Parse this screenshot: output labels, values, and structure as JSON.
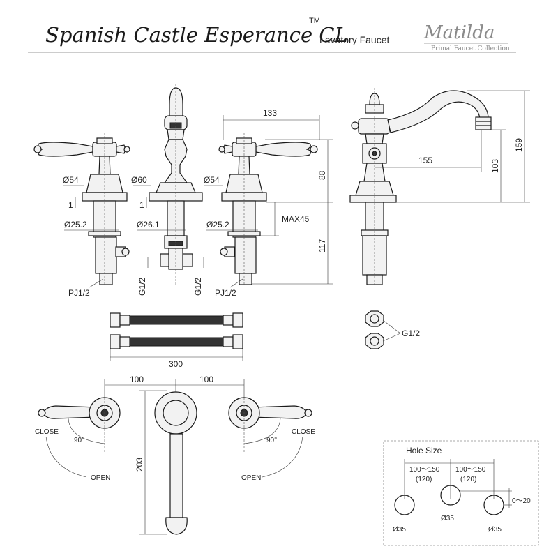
{
  "header": {
    "model_name": "Spanish Castle Esperance CL",
    "trademark": "TM",
    "product_type": "Lavatory Faucet",
    "brand": "Matilda",
    "brand_tagline": "Primal Faucet Collection"
  },
  "front_view": {
    "dim_133": "133",
    "dim_88": "88",
    "dim_117": "117",
    "dim_max45": "MAX45",
    "left_handle_dia": "Ø54",
    "spout_dia": "Ø60",
    "right_handle_dia": "Ø54",
    "gap_left": "1",
    "gap_center": "1",
    "left_shank_dia": "Ø25.2",
    "center_shank_dia": "Ø26.1",
    "right_shank_dia": "Ø25.2",
    "thread_left": "G1/2",
    "thread_right": "G1/2",
    "pj_left": "PJ1/2",
    "pj_right": "PJ1/2"
  },
  "side_view": {
    "dim_155": "155",
    "dim_103": "103",
    "dim_159": "159"
  },
  "hoses": {
    "length": "300"
  },
  "nut": {
    "thread": "G1/2"
  },
  "top_view": {
    "dim_left": "100",
    "dim_right": "100",
    "dim_203": "203",
    "close_left": "CLOSE",
    "close_right": "CLOSE",
    "open_left": "OPEN",
    "open_right": "OPEN",
    "angle_left": "90°",
    "angle_right": "90°"
  },
  "hole_size": {
    "title": "Hole Size",
    "spacing_left": "100～150",
    "spacing_left_nominal": "(120)",
    "spacing_right": "100～150",
    "spacing_right_nominal": "(120)",
    "offset": "0～20",
    "dia_left": "Ø35",
    "dia_center": "Ø35",
    "dia_right": "Ø35"
  }
}
